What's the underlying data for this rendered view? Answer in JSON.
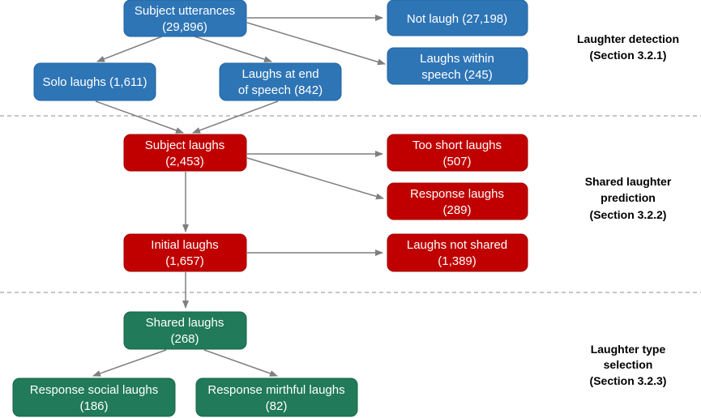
{
  "colors": {
    "blue": "#2E75B6",
    "blue_border": "#2263A0",
    "red": "#C00000",
    "red_border": "#A30000",
    "green": "#217A5A",
    "green_border": "#17664A",
    "arrow": "#7F7F7F",
    "divider": "#8C8C8C"
  },
  "sections": {
    "detection": {
      "line1": "Laughter detection",
      "line2": "(Section 3.2.1)"
    },
    "prediction": {
      "line1": "Shared laughter",
      "line2": "prediction",
      "line3": "(Section 3.2.2)"
    },
    "type": {
      "line1": "Laughter type",
      "line2": "selection",
      "line3": "(Section 3.2.3)"
    }
  },
  "nodes": {
    "subject_utterances": {
      "line1": "Subject utterances",
      "line2": "(29,896)"
    },
    "not_laugh": {
      "line1": "Not laugh (27,198)"
    },
    "laughs_within_speech": {
      "line1": "Laughs within",
      "line2": "speech (245)"
    },
    "solo_laughs": {
      "line1": "Solo laughs (1,611)"
    },
    "laughs_end_speech": {
      "line1": "Laughs at end",
      "line2": "of speech (842)"
    },
    "subject_laughs": {
      "line1": "Subject laughs",
      "line2": "(2,453)"
    },
    "too_short_laughs": {
      "line1": "Too short laughs",
      "line2": "(507)"
    },
    "response_laughs": {
      "line1": "Response laughs",
      "line2": "(289)"
    },
    "initial_laughs": {
      "line1": "Initial laughs",
      "line2": "(1,657)"
    },
    "laughs_not_shared": {
      "line1": "Laughs not shared",
      "line2": "(1,389)"
    },
    "shared_laughs": {
      "line1": "Shared laughs",
      "line2": "(268)"
    },
    "response_social": {
      "line1": "Response social laughs",
      "line2": "(186)"
    },
    "response_mirthful": {
      "line1": "Response mirthful laughs",
      "line2": "(82)"
    }
  }
}
